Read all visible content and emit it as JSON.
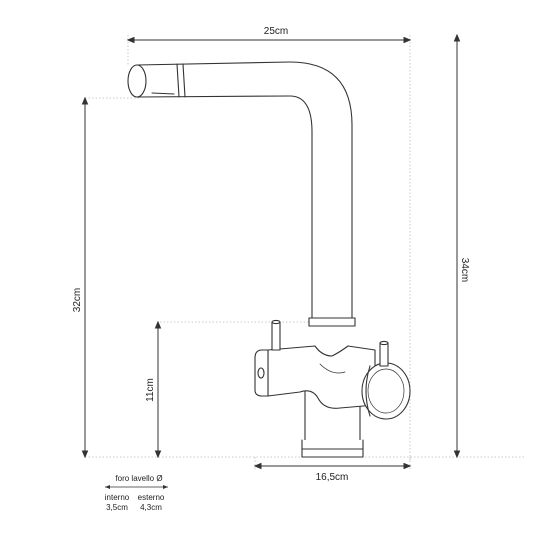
{
  "dimensions": {
    "width_top": "25cm",
    "height_total": "34cm",
    "height_spout": "32cm",
    "height_body": "11cm",
    "width_base": "16,5cm"
  },
  "sink_hole": {
    "title": "foro lavello Ø",
    "inner_label": "interno",
    "inner_value": "3,5cm",
    "outer_label": "esterno",
    "outer_value": "4,3cm"
  },
  "colors": {
    "line": "#333333",
    "guide": "#bbbbbb",
    "text": "#222222"
  }
}
